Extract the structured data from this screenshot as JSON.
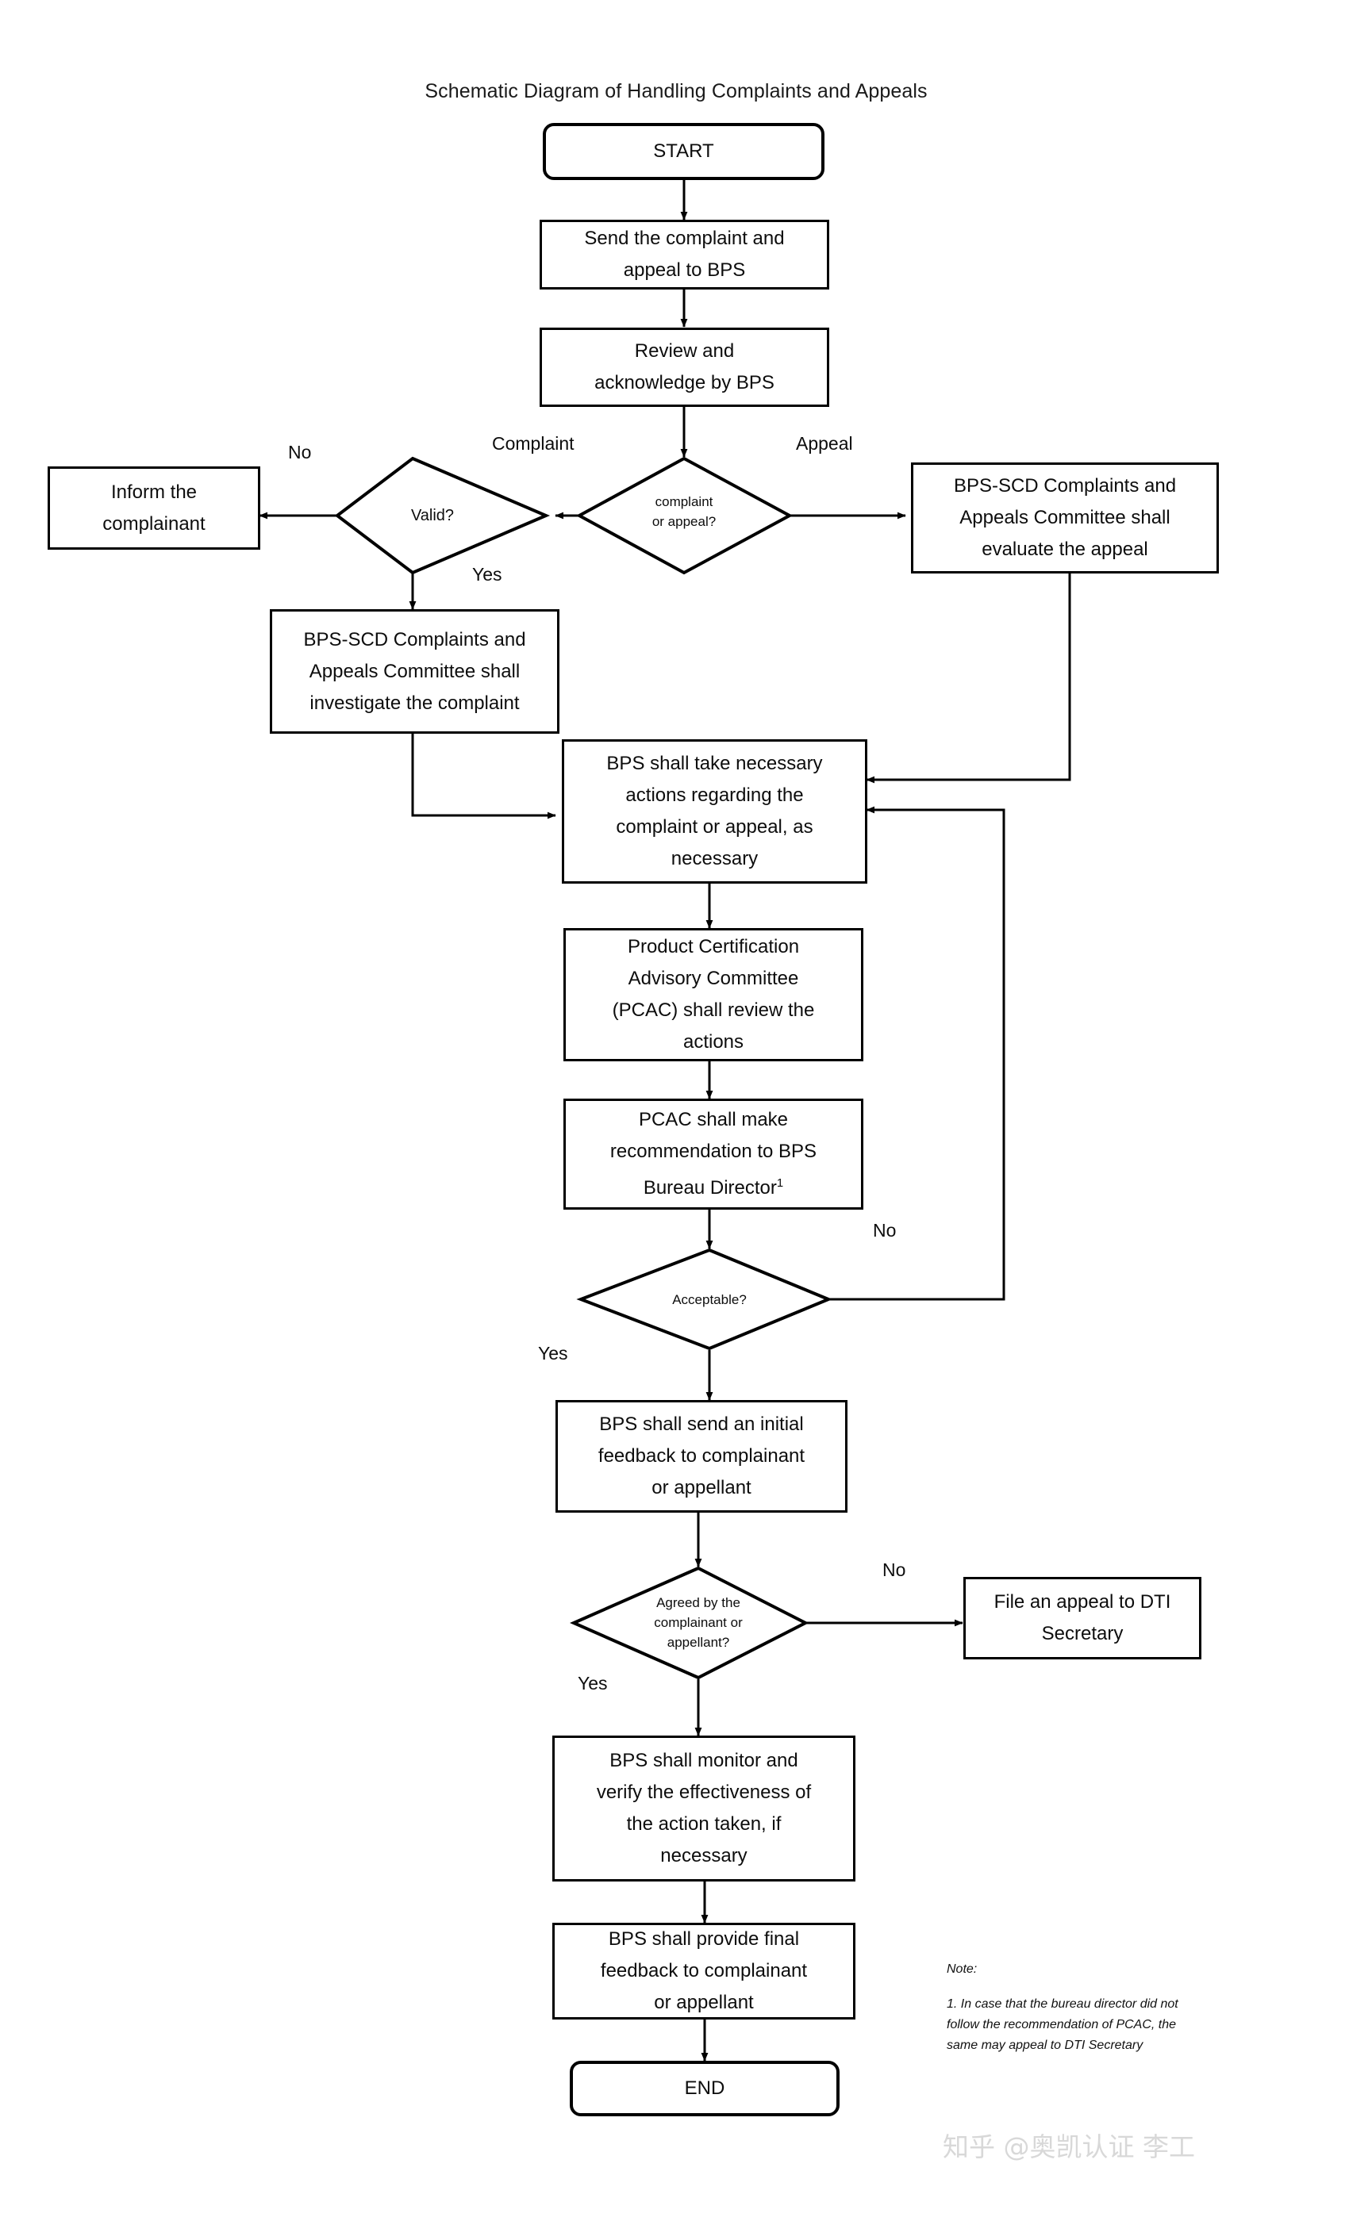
{
  "title": "Schematic Diagram of Handling Complaints and Appeals",
  "nodes": {
    "start": "START",
    "send": "Send the complaint and\nappeal to BPS",
    "review": "Review and\nacknowledge by BPS",
    "decide_type": "complaint\nor appeal?",
    "valid": "Valid?",
    "inform": "Inform the\ncomplainant",
    "evaluate_appeal": "BPS-SCD Complaints and\nAppeals Committee shall\nevaluate the appeal",
    "investigate_complaint": "BPS-SCD Complaints and\nAppeals Committee shall\ninvestigate the complaint",
    "bps_actions": "BPS shall take necessary\nactions regarding the\ncomplaint or appeal, as\nnecessary",
    "pcac_review": "Product Certification\nAdvisory Committee\n(PCAC) shall review the\nactions",
    "pcac_recommend_pre": "PCAC shall make\nrecommendation to BPS\nBureau Director",
    "pcac_recommend_sup": "1",
    "acceptable": "Acceptable?",
    "initial_feedback": "BPS shall send an initial\nfeedback to complainant\nor appellant",
    "agreed": "Agreed by the\ncomplainant or\nappellant?",
    "file_appeal_dti": "File an appeal to DTI\nSecretary",
    "monitor": "BPS shall monitor and\nverify the effectiveness of\nthe action taken, if\nnecessary",
    "final_feedback": "BPS shall provide final\nfeedback to complainant\nor appellant",
    "end": "END"
  },
  "edge_labels": {
    "complaint": "Complaint",
    "appeal": "Appeal",
    "valid_no": "No",
    "valid_yes": "Yes",
    "acceptable_no": "No",
    "acceptable_yes": "Yes",
    "agreed_no": "No",
    "agreed_yes": "Yes"
  },
  "note": {
    "heading": "Note:",
    "item_1": "1. In case that the bureau director did not follow the recommendation of PCAC, the same may appeal to DTI Secretary"
  },
  "watermark": "知乎 @奥凯认证 李工",
  "colors": {
    "stroke": "#000000",
    "background": "#ffffff",
    "text": "#0d0d0d",
    "watermark": "#d8d8d8"
  }
}
